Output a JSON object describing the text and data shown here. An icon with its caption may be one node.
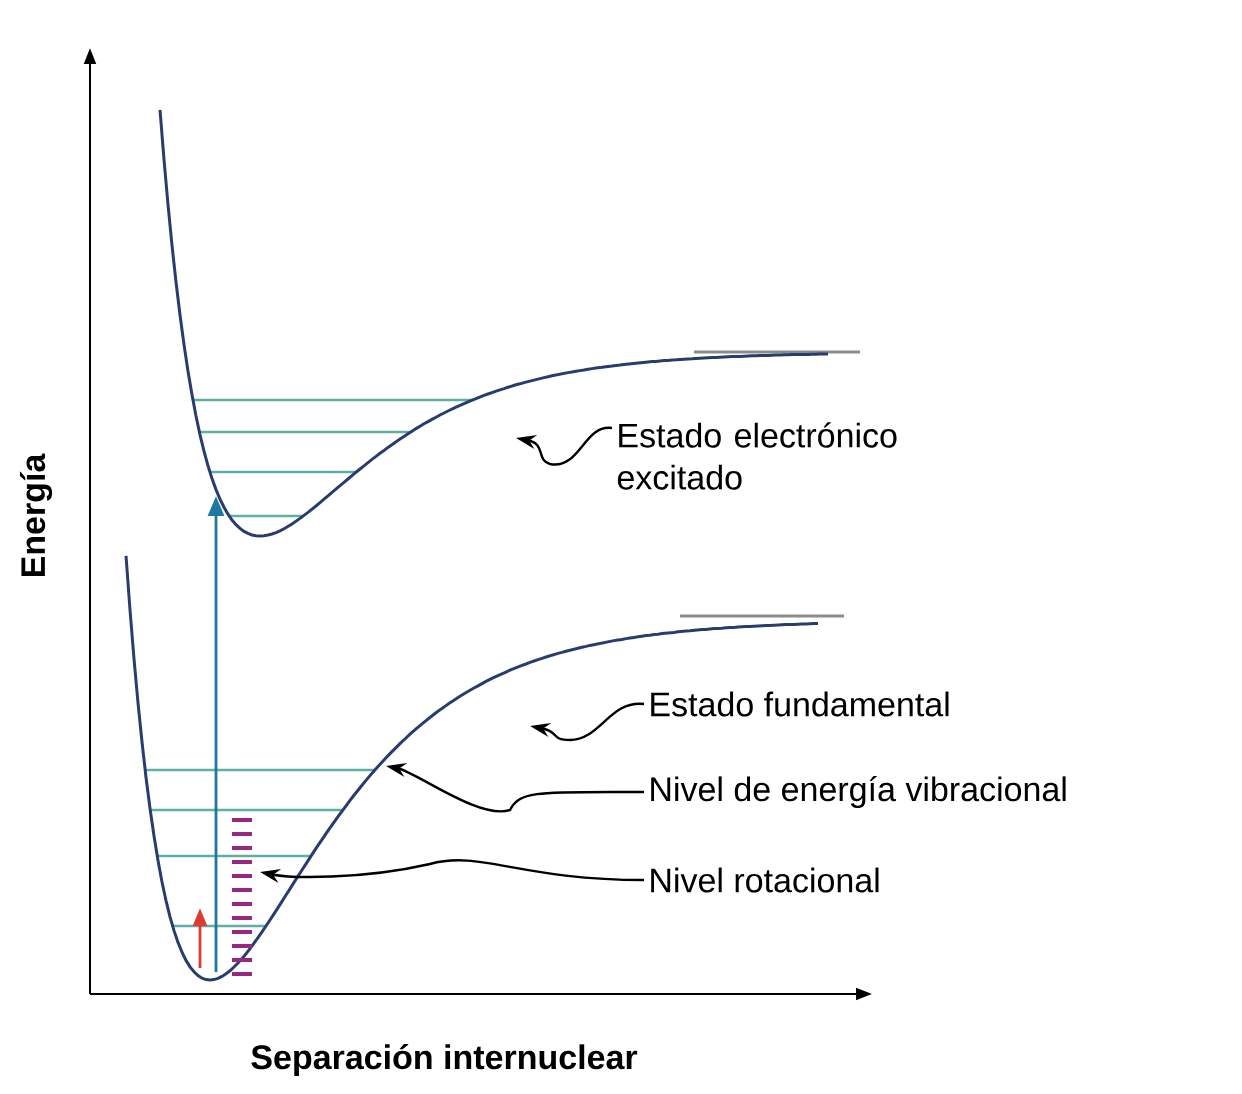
{
  "diagram": {
    "nodes": [
      {
        "text": [
          "Estado electrónico excitado"
        ]
      },
      {
        "text": [
          "Estado fundamental"
        ]
      },
      {
        "text": [
          "Nivel de energía vibracional"
        ]
      },
      {
        "text": [
          "Nivel rotacional"
        ]
      }
    ],
    "edges": [
      {
        "from": 0,
        "to": null,
        "arrow": "to"
      },
      {
        "from": 1,
        "to": null,
        "arrow": "to"
      },
      {
        "from": 2,
        "to": null,
        "arrow": "to"
      },
      {
        "from": 3,
        "to": null,
        "arrow": "to"
      }
    ],
    "labels": [
      "Energía",
      "Separación internuclear"
    ]
  }
}
